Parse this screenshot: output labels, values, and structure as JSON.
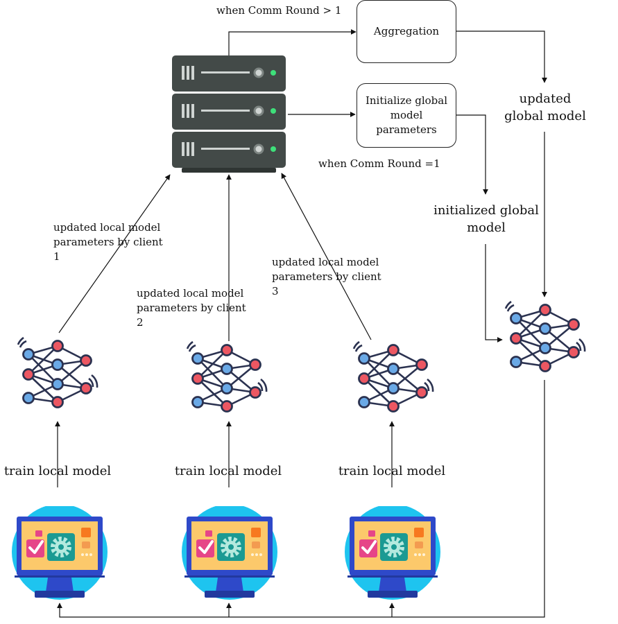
{
  "labels": {
    "comm_round_gt1": "when Comm Round > 1",
    "comm_round_eq1": "when Comm Round =1",
    "aggregation": "Aggregation",
    "initialize": "Initialize global model parameters",
    "updated_global_model": "updated global model",
    "initialized_global_model": "initialized global model",
    "client1_params": "updated local model parameters by client 1",
    "client2_params": "updated local model parameters by client 2",
    "client3_params": "updated local model parameters by client 3",
    "train_local_model": "train local model"
  },
  "icons": {
    "server": "server-rack-icon",
    "neural_network": "neural-network-icon",
    "client": "client-computer-icon"
  },
  "colors": {
    "node_blue": "#6aa9e6",
    "node_red": "#ec5762",
    "node_outline": "#2b3250",
    "server_body": "#434a48",
    "server_led": "#3ee07a",
    "monitor_circle": "#1ec4ef",
    "monitor_frame": "#2e49c9",
    "screen_bg": "#fcc96b",
    "gear_panel": "#1b9a93"
  }
}
